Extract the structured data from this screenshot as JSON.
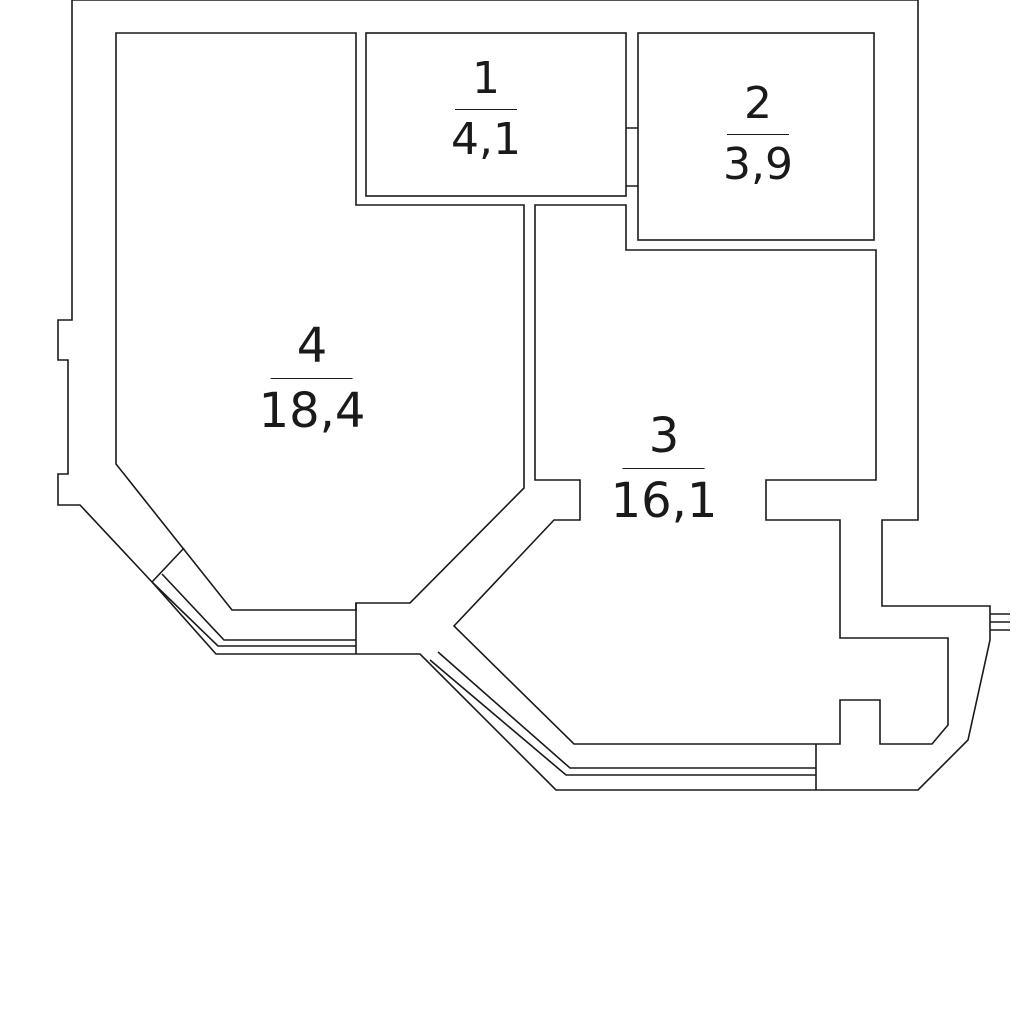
{
  "rooms": [
    {
      "number": "1",
      "area": "4,1"
    },
    {
      "number": "2",
      "area": "3,9"
    },
    {
      "number": "3",
      "area": "16,1"
    },
    {
      "number": "4",
      "area": "18,4"
    }
  ]
}
